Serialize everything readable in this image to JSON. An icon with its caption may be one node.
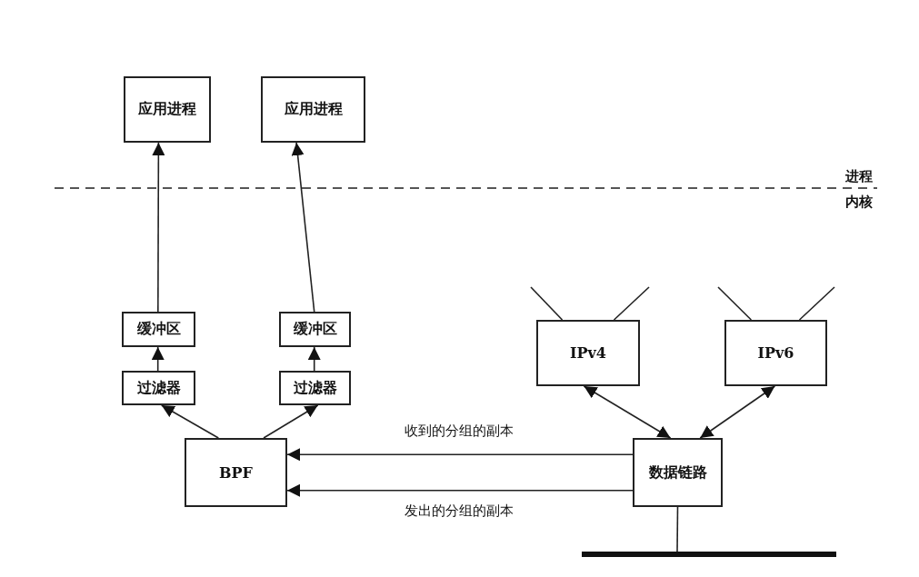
{
  "diagram": {
    "nodes": [
      {
        "text": [
          "应用进程"
        ]
      },
      {
        "text": [
          "应用进程"
        ]
      },
      {
        "text": [
          "缓冲区"
        ]
      },
      {
        "text": [
          "缓冲区"
        ]
      },
      {
        "text": [
          "过滤器"
        ]
      },
      {
        "text": [
          "过滤器"
        ]
      },
      {
        "text": [
          "BPF"
        ]
      },
      {
        "text": [
          "IPv4"
        ]
      },
      {
        "text": [
          "IPv6"
        ]
      },
      {
        "text": [
          "数据链路"
        ]
      },
      {
        "text": [],
        "shape": "bar"
      }
    ],
    "edges": [
      {
        "from": 2,
        "to": 0,
        "arrow": "to"
      },
      {
        "from": 3,
        "to": 1,
        "arrow": "to"
      },
      {
        "from": 4,
        "to": 2,
        "arrow": "to"
      },
      {
        "from": 5,
        "to": 3,
        "arrow": "to"
      },
      {
        "from": 6,
        "to": 4,
        "arrow": "to"
      },
      {
        "from": 6,
        "to": 5,
        "arrow": "to"
      },
      {
        "from": 9,
        "to": 6,
        "arrow": "to",
        "label": "收到的分组的副本"
      },
      {
        "from": 9,
        "to": 6,
        "arrow": "to",
        "label": "发出的分组的副本"
      },
      {
        "from": 7,
        "to": 9,
        "arrow": "both"
      },
      {
        "from": 8,
        "to": 9,
        "arrow": "both"
      },
      {
        "from": 9,
        "to": 10,
        "arrow": "none"
      },
      {
        "from": 7,
        "to": null,
        "arrow": "none"
      },
      {
        "from": 7,
        "to": null,
        "arrow": "none"
      },
      {
        "from": 8,
        "to": null,
        "arrow": "none"
      },
      {
        "from": 8,
        "to": null,
        "arrow": "none"
      }
    ],
    "labels": [
      "进程",
      "内核"
    ]
  }
}
